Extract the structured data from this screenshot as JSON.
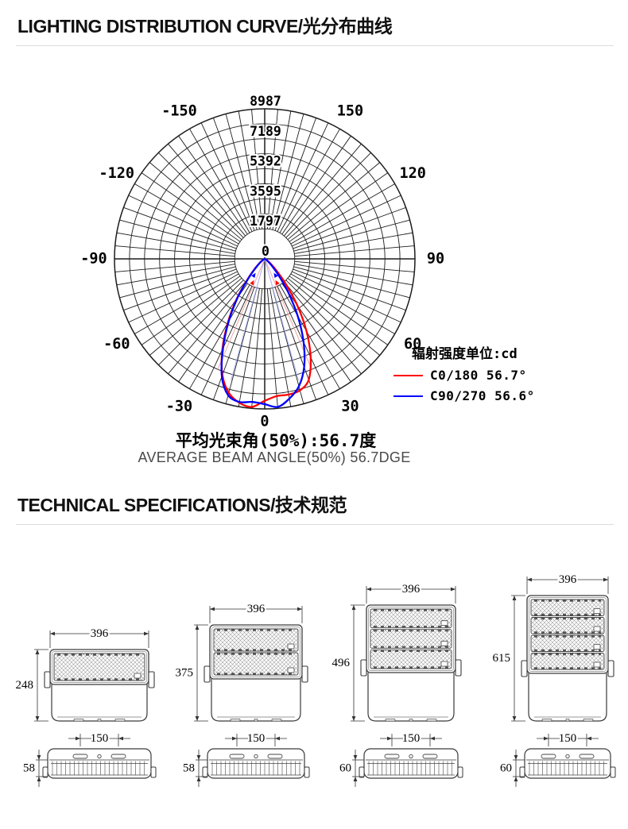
{
  "sections": {
    "lighting": {
      "title": "LIGHTING DISTRIBUTION CURVE/光分布曲线"
    },
    "technical": {
      "title": "TECHNICAL SPECIFICATIONS/技术规范"
    }
  },
  "chart_data": {
    "type": "polar-line",
    "title": "",
    "units_label": "辐射强度单位:cd",
    "radial_ticks": [
      0,
      1797,
      3595,
      5392,
      7189,
      8987
    ],
    "radial_max": 8987,
    "ring_step_cd": 898.7,
    "spoke_step_deg": 5,
    "angle_labels": [
      -150,
      -120,
      -90,
      -60,
      -30,
      0,
      30,
      60,
      90,
      120,
      150
    ],
    "grid_color": "#1d1d1d",
    "series": [
      {
        "name": "C0/180 56.7°",
        "color": "#ff0000",
        "angles": [
          -90,
          -60,
          -55,
          -50,
          -45,
          -40,
          -35,
          -30,
          -25,
          -20,
          -15,
          -10,
          -5,
          0,
          5,
          10,
          15,
          20,
          25,
          30,
          35,
          40,
          45,
          50,
          55,
          60,
          90
        ],
        "values": [
          0,
          150,
          260,
          450,
          850,
          1600,
          2900,
          4400,
          6000,
          7400,
          8300,
          8750,
          8900,
          8500,
          8250,
          8250,
          8150,
          7700,
          6500,
          5000,
          3400,
          1950,
          1000,
          500,
          280,
          150,
          0
        ]
      },
      {
        "name": "C90/270 56.6°",
        "color": "#0000ff",
        "angles": [
          -90,
          -60,
          -55,
          -50,
          -45,
          -40,
          -35,
          -30,
          -25,
          -20,
          -15,
          -10,
          -5,
          0,
          5,
          10,
          15,
          20,
          25,
          30,
          35,
          40,
          45,
          50,
          55,
          60,
          90
        ],
        "values": [
          0,
          120,
          220,
          400,
          750,
          1500,
          2800,
          4300,
          5900,
          7500,
          8450,
          8700,
          8600,
          8700,
          8900,
          8500,
          7900,
          6900,
          5500,
          3950,
          2450,
          1300,
          650,
          320,
          180,
          100,
          0
        ]
      }
    ],
    "beam_indicator_lines": [
      {
        "color": "#f2a6a6",
        "angle_deg": 23,
        "length_frac": 0.8
      },
      {
        "color": "#a8aef5",
        "angle_deg": 15.5,
        "length_frac": 0.84
      }
    ],
    "footer": {
      "zero_label": "0",
      "beam_cn": "平均光束角(50%):56.7度",
      "beam_en": "AVERAGE BEAM ANGLE(50%) 56.7DGE"
    }
  },
  "drawings": {
    "items": [
      {
        "modules": 1,
        "front_width_mm": "396",
        "front_height_mm": "248",
        "mount_mm": "150",
        "thickness_mm": "58"
      },
      {
        "modules": 2,
        "front_width_mm": "396",
        "front_height_mm": "375",
        "mount_mm": "150",
        "thickness_mm": "58"
      },
      {
        "modules": 3,
        "front_width_mm": "396",
        "front_height_mm": "496",
        "mount_mm": "150",
        "thickness_mm": "60"
      },
      {
        "modules": 4,
        "front_width_mm": "396",
        "front_height_mm": "615",
        "mount_mm": "150",
        "thickness_mm": "60"
      }
    ]
  }
}
